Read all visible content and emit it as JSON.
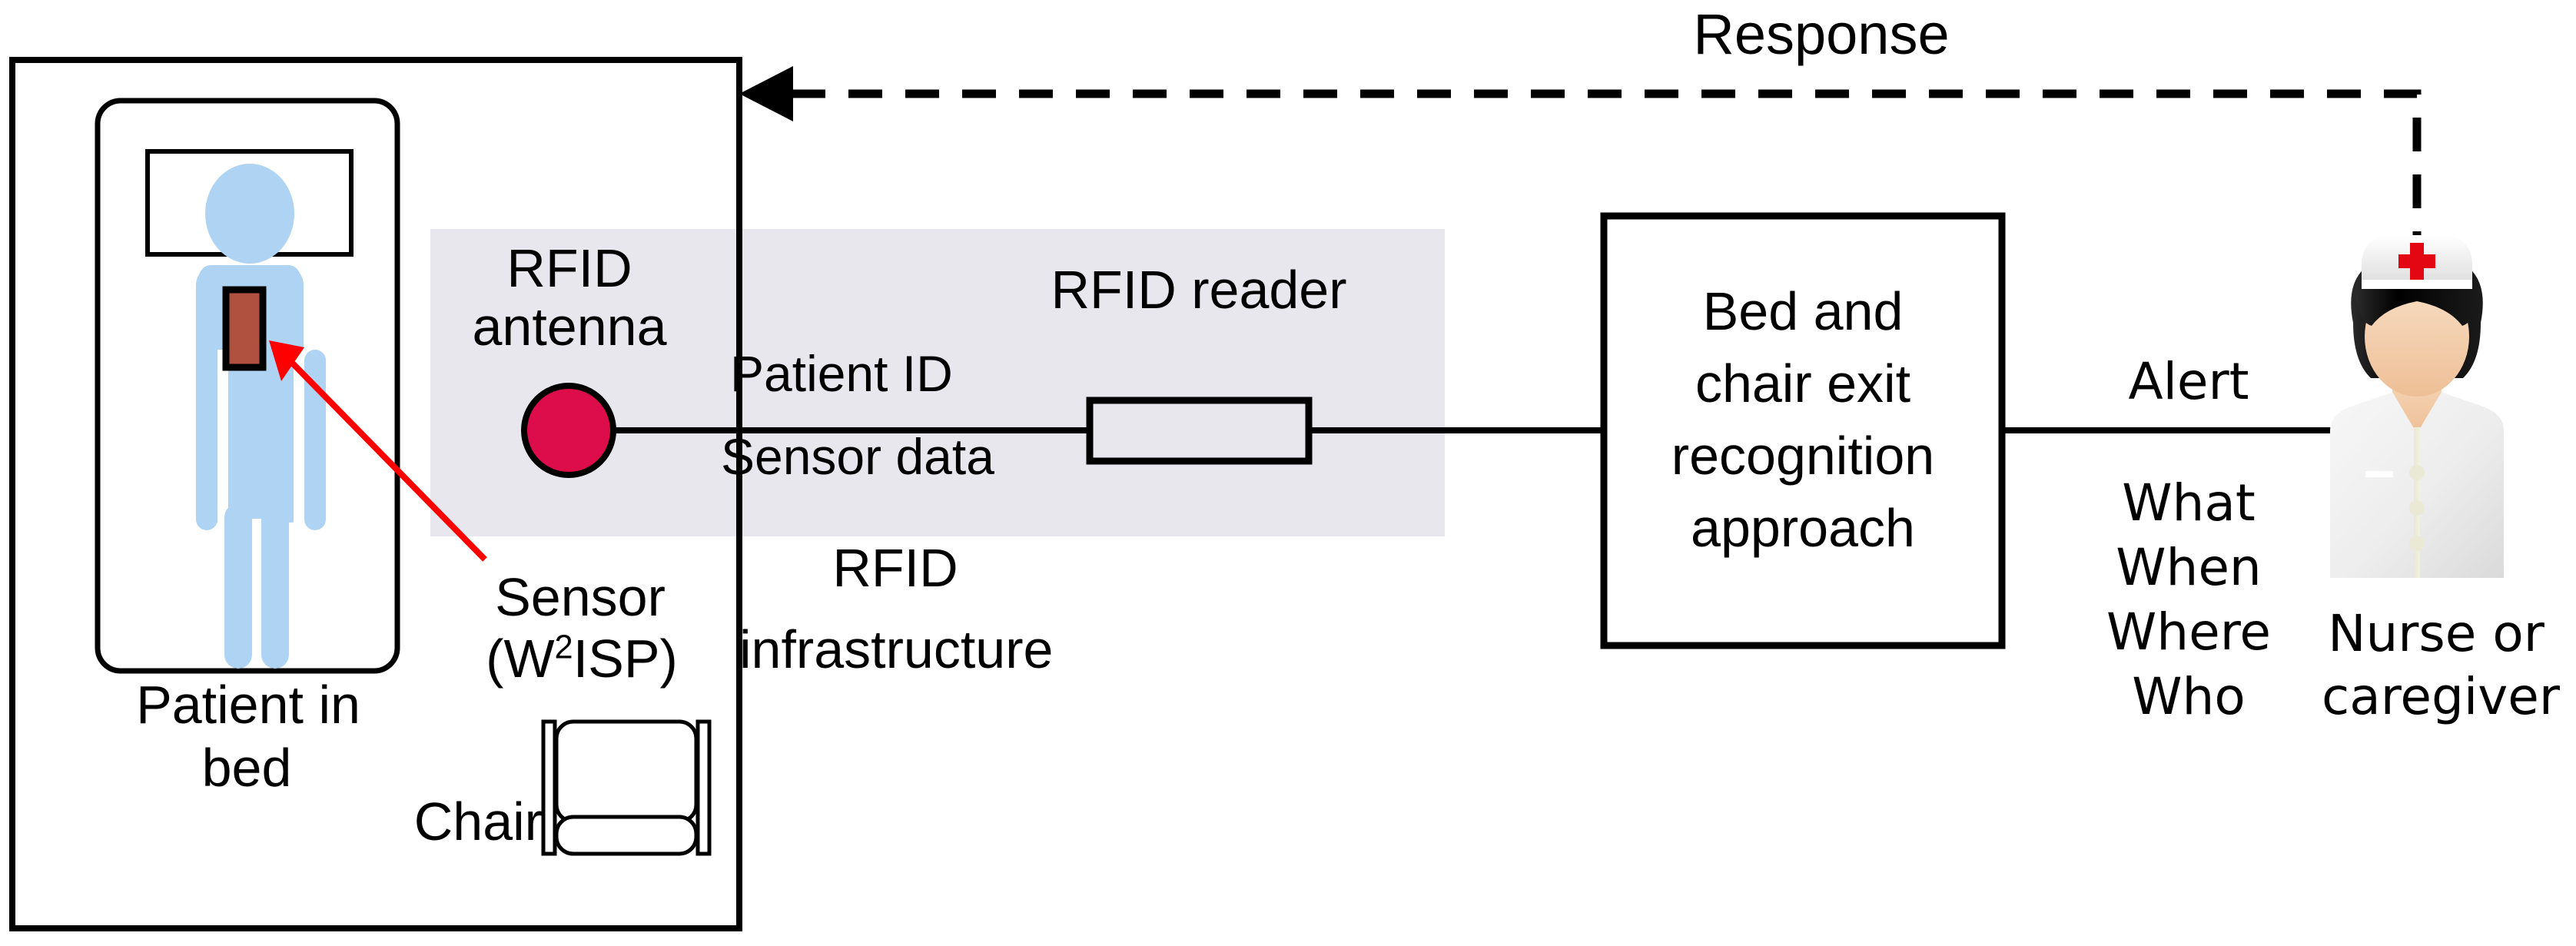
{
  "diagram": {
    "title": "RFID-based bed and chair exit recognition system",
    "colors": {
      "stroke": "#000000",
      "patient_body": "#AFD3F2",
      "sensor_tag_fill": "#B0503F",
      "antenna_fill": "#DD0C4A",
      "arrow_red": "#FF0000",
      "rfid_zone_bg": "#E9E7EE",
      "nurse_cross": "#E30613",
      "nurse_skin": "#F3CDA9",
      "nurse_hair": "#0D0D0D",
      "nurse_uniform": "#EFEFEF",
      "background": "#FFFFFF"
    },
    "room": {
      "name": "patient-room-boundary"
    },
    "bed": {
      "label": "Patient in\nbed",
      "label_line1": "Patient in",
      "label_line2": "bed"
    },
    "sensor": {
      "label_line1": "Sensor",
      "label_line2_pre": "(W",
      "label_line2_sup": "2",
      "label_line2_post": "ISP)"
    },
    "chair": {
      "label": "Chair"
    },
    "rfid_zone": {
      "antenna_label_line1": "RFID",
      "antenna_label_line2": "antenna",
      "reader_label": "RFID reader",
      "infrastructure_label_line1": "RFID",
      "infrastructure_label_line2": "infrastructure",
      "link_label_top": "Patient ID",
      "link_label_bottom": "Sensor data"
    },
    "processing": {
      "box_label_line1": "Bed and",
      "box_label_line2": "chair exit",
      "box_label_line3": "recognition",
      "box_label_line4": "approach"
    },
    "alert": {
      "edge_label": "Alert",
      "items": [
        "What",
        "When",
        "Where",
        "Who"
      ]
    },
    "actor": {
      "label_line1": "Nurse or",
      "label_line2": "caregiver"
    },
    "response": {
      "label": "Response"
    }
  }
}
